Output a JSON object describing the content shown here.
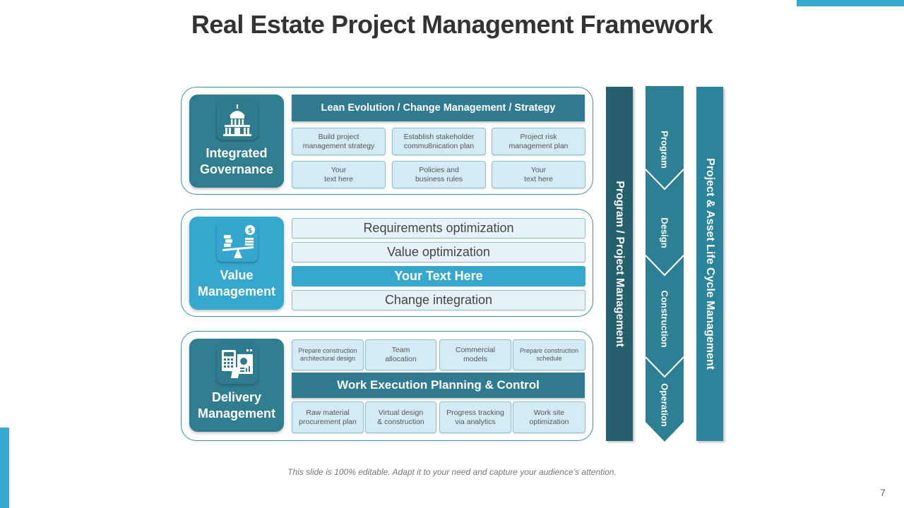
{
  "slide": {
    "title": "Real Estate Project Management Framework",
    "footer": "This slide is 100% editable. Adapt it to your need and capture your audience’s attention.",
    "page_number": "7"
  },
  "colors": {
    "accent": "#35a9cf",
    "dark_teal": "#307d90",
    "light_blue": "#36a7ce",
    "box_fill": "#d3ebf4"
  },
  "governance": {
    "icon": "capitol-building-icon",
    "label_line1": "Integrated",
    "label_line2": "Governance",
    "header": "Lean Evolution / Change Management / Strategy",
    "boxes": [
      "Build project\nmanagement  strategy",
      "Establish stakeholder\ncommu8nication plan",
      "Project risk\nmanagement  plan",
      "Your\ntext here",
      "Policies and\nbusiness rules",
      "Your\ntext here"
    ]
  },
  "value": {
    "icon": "balance-scale-money-icon",
    "label_line1": "Value",
    "label_line2": "Management",
    "bars": [
      "Requirements optimization",
      "Value optimization",
      "Your Text Here",
      "Change integration"
    ]
  },
  "delivery": {
    "icon": "calculator-report-icon",
    "label_line1": "Delivery",
    "label_line2": "Management",
    "top_boxes": [
      "Prepare  construction\narchitectural design",
      "Team\nallocation",
      "Commercial\nmodels",
      "Prepare  construction\nschedule"
    ],
    "header": "Work Execution Planning & Control",
    "bottom_boxes": [
      "Raw material\nprocurement plan",
      "Virtual design\n& construction",
      "Progress tracking\nvia analytics",
      "Work site\noptimization"
    ]
  },
  "columns": {
    "program_project": "Program / Project Management",
    "stages": [
      "Program",
      "Design",
      "Construction",
      "Operation"
    ],
    "lifecycle": "Project & Asset Life Cycle Management"
  }
}
